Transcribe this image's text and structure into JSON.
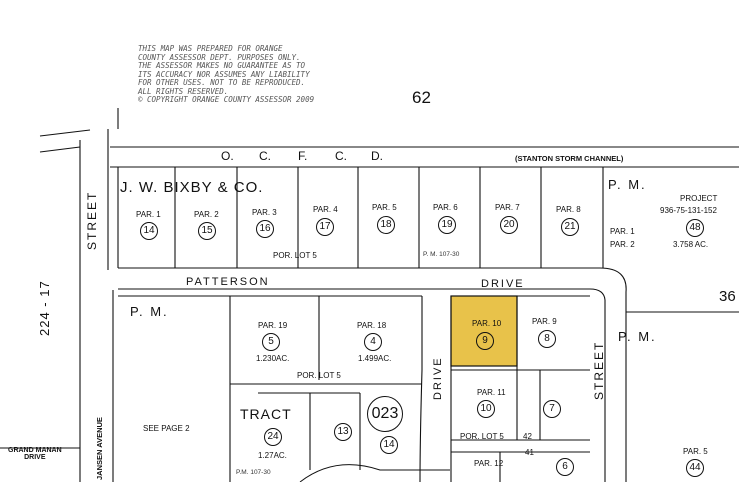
{
  "disclaimer": "THIS MAP WAS PREPARED FOR ORANGE\nCOUNTY ASSESSOR DEPT. PURPOSES ONLY.\nTHE ASSESSOR MAKES NO GUARANTEE AS TO\nITS ACCURACY NOR ASSUMES ANY LIABILITY\nFOR OTHER USES. NOT TO BE REPRODUCED.\nALL RIGHTS RESERVED.\n© COPYRIGHT ORANGE COUNTY ASSESSOR 2009",
  "page_number": "62",
  "adjacent_page": "36",
  "book_page": "224 - 17",
  "ocfcd": [
    "O.",
    "C.",
    "F.",
    "C.",
    "D."
  ],
  "stanton_channel": "(STANTON STORM CHANNEL)",
  "owner": "J. W. BIXBY & CO.",
  "pm_label": "P. M.",
  "project": {
    "lines": [
      "PROJECT",
      "936-75-131-152",
      "PAR. 1",
      "PAR. 2"
    ],
    "acreage": "3.758 AC.",
    "number": "48"
  },
  "streets": {
    "left_street": "STREET",
    "right_street": "STREET",
    "patterson": "PATTERSON",
    "drive": "DRIVE",
    "drive_vertical": "DRIVE",
    "grand_manan": "GRAND MANAN\nDRIVE",
    "jansen_avenue": "JANSEN AVENUE"
  },
  "top_parcels": [
    {
      "par": "PAR. 1",
      "num": "14"
    },
    {
      "par": "PAR. 2",
      "num": "15"
    },
    {
      "par": "PAR. 3",
      "num": "16"
    },
    {
      "par": "PAR. 4",
      "num": "17"
    },
    {
      "par": "PAR. 5",
      "num": "18"
    },
    {
      "par": "PAR. 6",
      "num": "19"
    },
    {
      "par": "PAR. 7",
      "num": "20"
    },
    {
      "par": "PAR. 8",
      "num": "21"
    }
  ],
  "por_lot_top": "POR. LOT 5",
  "pm_book_top": "P. M. 107-30",
  "lower_parcels": {
    "par19": {
      "par": "PAR. 19",
      "num": "5",
      "acres": "1.230AC."
    },
    "par18": {
      "par": "PAR. 18",
      "num": "4",
      "acres": "1.499AC."
    },
    "par10": {
      "par": "PAR. 10",
      "num": "9"
    },
    "par9": {
      "par": "PAR. 9",
      "num": "8"
    },
    "par11": {
      "par": "PAR. 11",
      "num": "10"
    },
    "p7": "7",
    "par12": {
      "par": "PAR. 12"
    },
    "p6": "6",
    "tract_num": "24",
    "tract_acres": "1.27AC.",
    "p13": "13",
    "p14": "14",
    "p023": "023",
    "p44": "44",
    "par5": "PAR. 5"
  },
  "por_lot_mid": "POR. LOT 5",
  "por_lot_low": "POR. LOT 5",
  "lot_num_42": "42",
  "lot_num_41": "41",
  "tract_label": "TRACT",
  "pm_book_low": "P.M. 107-30",
  "see_page": "SEE PAGE 2",
  "highlight_color": "#e8c24a"
}
